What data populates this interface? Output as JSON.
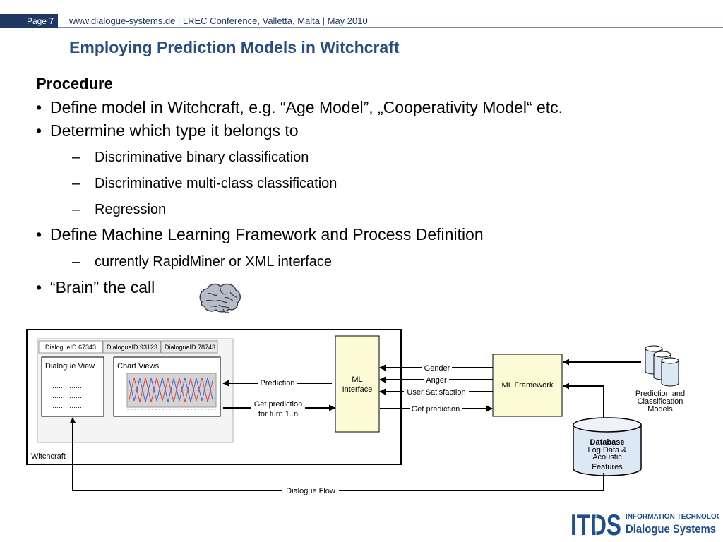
{
  "header": {
    "page_label": "Page 7",
    "url_line": "www.dialogue-systems.de | LREC Conference, Valletta, Malta | May 2010"
  },
  "slide": {
    "title": "Employing Prediction Models in Witchcraft",
    "section_heading": "Procedure",
    "bullets": [
      {
        "text": "Define model in Witchcraft, e.g. “Age Model”, „Cooperativity Model“ etc."
      },
      {
        "text": "Determine which type it belongs to",
        "subitems": [
          "Discriminative binary classification",
          "Discriminative multi-class classification",
          "Regression"
        ]
      },
      {
        "text": "Define Machine Learning Framework and Process Definition",
        "subitems": [
          "currently RapidMiner or XML interface"
        ]
      },
      {
        "text": "“Brain” the call"
      }
    ]
  },
  "icons": {
    "brain": "brain-icon",
    "database": "database-icon",
    "model_stack": "model-stack-icon"
  },
  "diagram": {
    "tabs": [
      "DialogueID 67343",
      "DialogueID 93123",
      "DialogueID 78743"
    ],
    "dialogue_view_label": "Dialogue View",
    "chart_views_label": "Chart Views",
    "dots": "……………",
    "witchcraft_label": "Witchcraft",
    "ml_interface": [
      "ML",
      "Interface"
    ],
    "ml_framework": "ML Framework",
    "prediction_label": "Prediction",
    "get_prediction_turn": [
      "Get prediction",
      "for turn 1..n"
    ],
    "gender": "Gender",
    "anger": "Anger",
    "ellipsis": "...",
    "user_satisfaction": "User Satisfaction",
    "get_prediction": "Get prediction",
    "models_label": [
      "Prediction and",
      "Classification",
      "Models"
    ],
    "database_title": "Database",
    "database_lines": [
      "Log Data &",
      "Acoustic",
      "Features"
    ],
    "dialogue_flow": "Dialogue Flow"
  },
  "logo": {
    "mark": "ITDS",
    "line1": "INFORMATION TECHNOLOGY",
    "line2": "Dialogue Systems"
  },
  "colors": {
    "navy": "#1f3864",
    "title_blue": "#2a4d86",
    "box_yellow": "#fdfbd6",
    "db_blue": "#dde8f5",
    "logo_blue": "#1f4e8c"
  }
}
